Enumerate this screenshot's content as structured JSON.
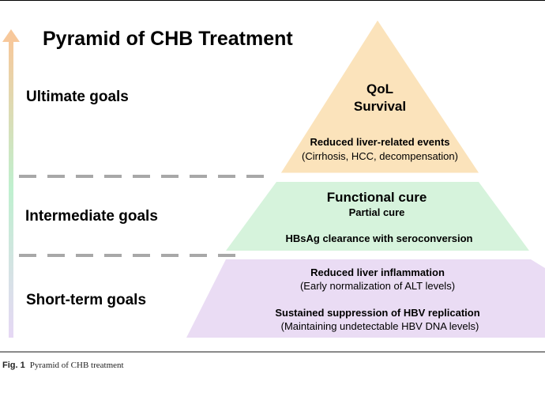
{
  "title": "Pyramid of CHB Treatment",
  "goal_labels": {
    "ultimate": "Ultimate goals",
    "intermediate": "Intermediate goals",
    "short_term": "Short-term goals"
  },
  "top_tier": {
    "line1": "QoL",
    "line2": "Survival",
    "line3": "Reduced liver-related events",
    "line4": "(Cirrhosis, HCC, decompensation)",
    "color": "#fbe3bb"
  },
  "middle_tier": {
    "line1": "Functional cure",
    "line2": "Partial cure",
    "line3": "HBsAg clearance with seroconversion",
    "color": "#d6f3dc"
  },
  "bottom_tier": {
    "line1": "Reduced liver inflammation",
    "line2": "(Early normalization of ALT levels)",
    "line3": "Sustained suppression of HBV replication",
    "line4": "(Maintaining undetectable HBV DNA levels)",
    "color": "#eadcf4"
  },
  "caption": {
    "fig_number": "Fig. 1",
    "text": "Pyramid of CHB treatment"
  },
  "colors": {
    "arrow_top": "#f7c89b",
    "arrow_mid": "#bff0cf",
    "arrow_bottom": "#e6d8f5",
    "divider": "#a8a8a8"
  }
}
